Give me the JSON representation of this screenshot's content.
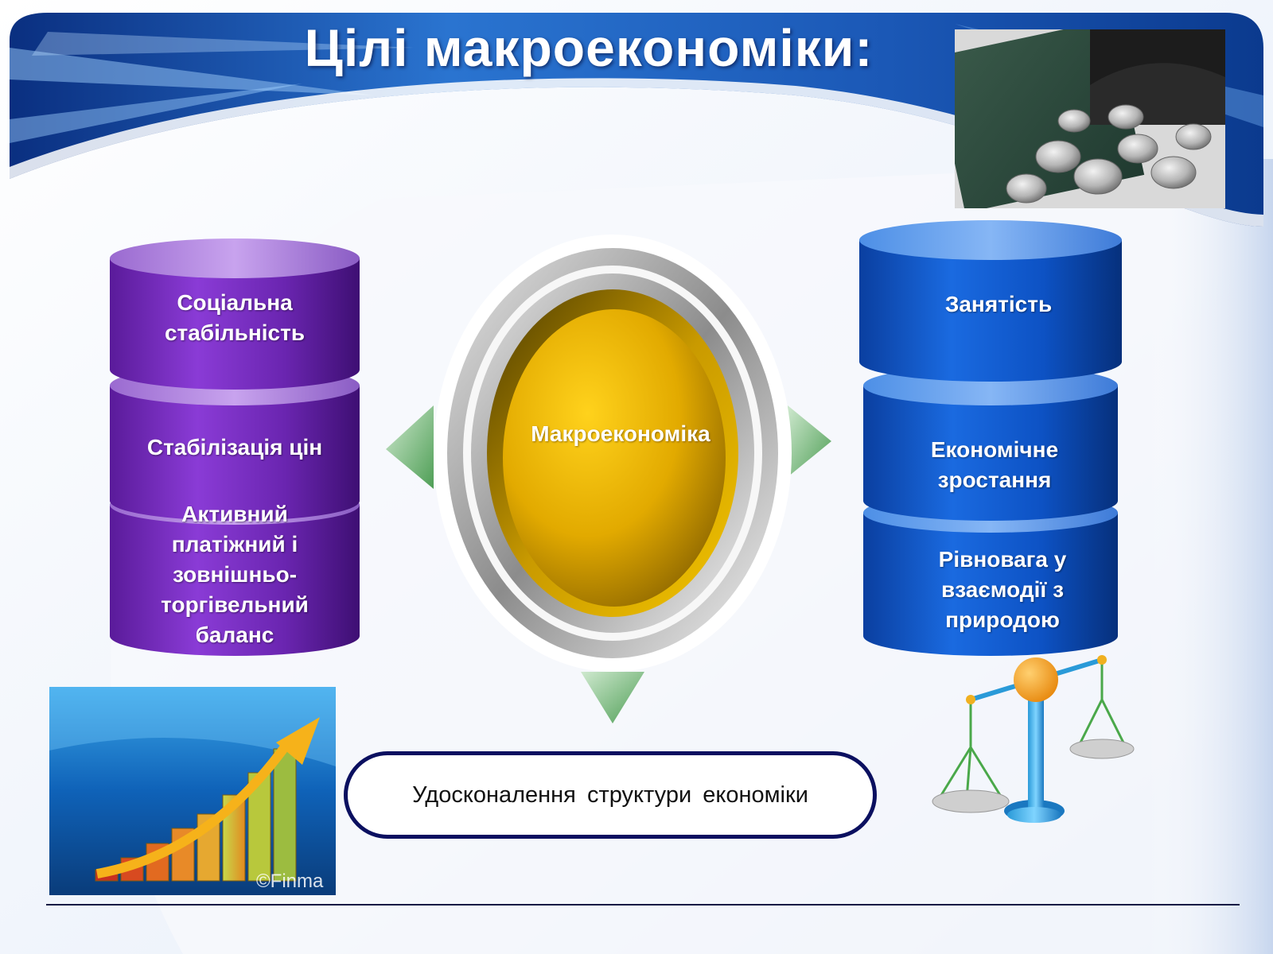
{
  "slide": {
    "title": "Цілі макроекономіки:",
    "center": {
      "label": "Макроекономіка"
    },
    "left_goals": [
      {
        "label": "Соціальна стабільність"
      },
      {
        "label": "Стабілізація цін"
      },
      {
        "label": "Активний платіжний і зовнішньо-торгівельний баланс"
      }
    ],
    "right_goals": [
      {
        "label": "Занятість"
      },
      {
        "label": "Економічне зростання"
      },
      {
        "label": "Рівновага у взаємодії з природою"
      }
    ],
    "bottom_goal": {
      "label": "Удосконалення структури економіки"
    },
    "images": {
      "coins_photo": {
        "icon": "coins-wallet-photo"
      },
      "growth_graph": {
        "icon": "growth-bar-chart-image",
        "watermark": "©Finma"
      },
      "scales": {
        "icon": "balance-scales-icon"
      }
    }
  },
  "colors": {
    "header_blue": "#1e5cb8",
    "purple_cylinder": "#7b2fc0",
    "blue_cylinder": "#0e56c8",
    "gold_center": "#e9b400",
    "arrow_green": "#6fb86f",
    "pill_border": "#0b1060"
  }
}
